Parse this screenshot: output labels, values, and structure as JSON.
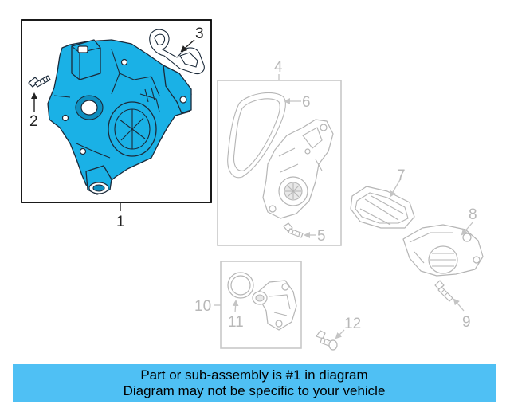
{
  "callouts": {
    "c1": "1",
    "c2": "2",
    "c3": "3",
    "c4": "4",
    "c5": "5",
    "c6": "6",
    "c7": "7",
    "c8": "8",
    "c9": "9",
    "c10": "10",
    "c11": "11",
    "c12": "12"
  },
  "banner": {
    "line1": "Part or sub-assembly is #1 in diagram",
    "line2": "Diagram may not be specific to your vehicle"
  },
  "colors": {
    "highlight_part": "#1ab1e6",
    "banner_background": "#4fc0f4"
  }
}
